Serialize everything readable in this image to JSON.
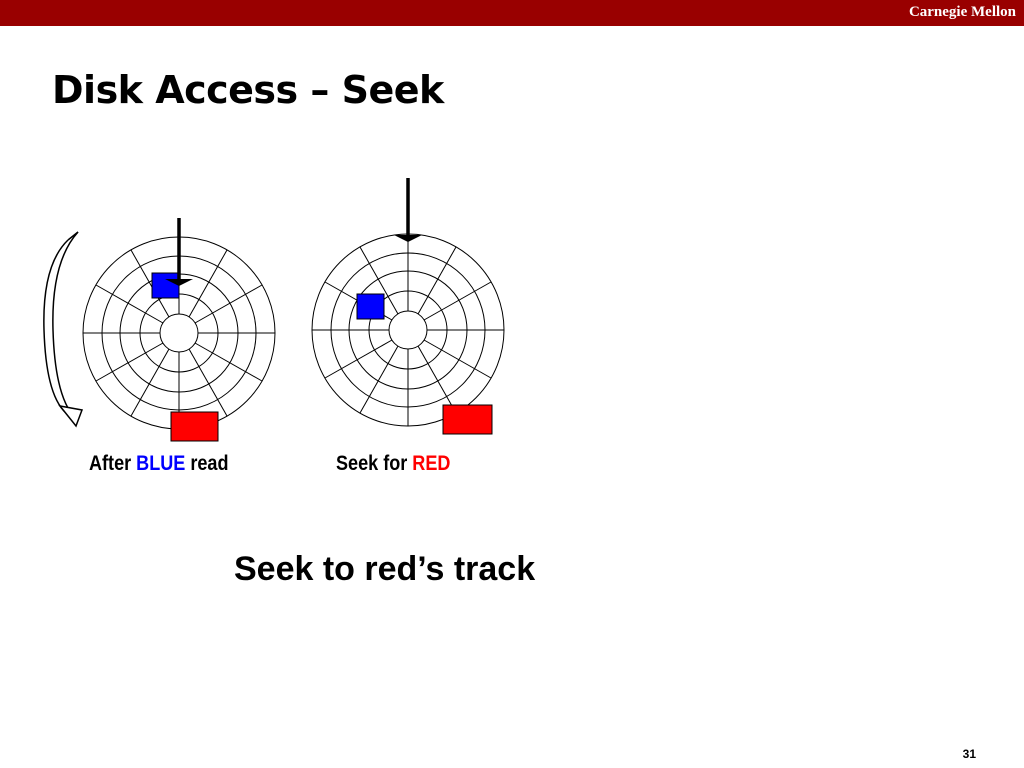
{
  "header": {
    "brand": "Carnegie Mellon",
    "bar_color": "#990000"
  },
  "slide": {
    "title": "Disk Access – Seek",
    "caption_left": {
      "prefix": "After ",
      "highlight": "BLUE",
      "suffix": " read"
    },
    "caption_right": {
      "prefix": "Seek for ",
      "highlight": "RED"
    },
    "subtitle": "Seek to red’s track",
    "page_number": "31"
  },
  "colors": {
    "blue_sector": "#0000ff",
    "red_sector": "#ff0000"
  }
}
